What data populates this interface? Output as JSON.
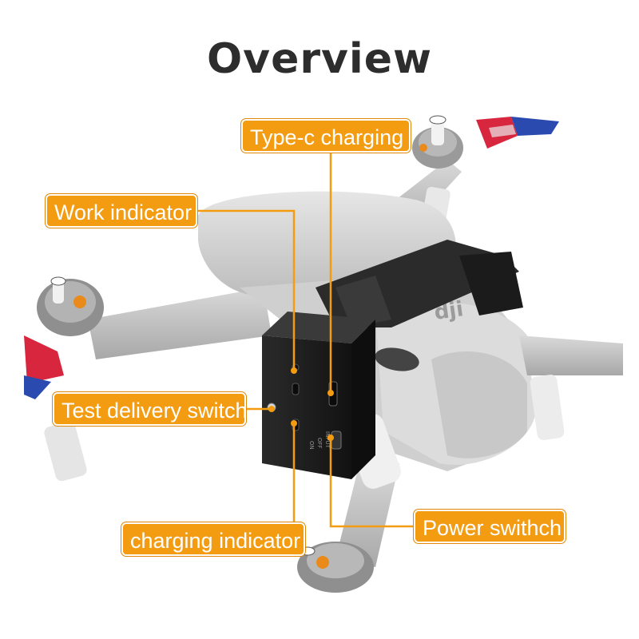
{
  "title": "Overview",
  "callouts": {
    "type_c": "Type-c charging",
    "work": "Work indicator",
    "test": "Test delivery switch",
    "power": "Power swithch",
    "charge": "charging indicator"
  },
  "device_labels": {
    "on": "ON",
    "off": "OFF",
    "input": "INPUT"
  },
  "colors": {
    "callout": "#f39c12",
    "title": "#2d2d2d",
    "drone_body": "#d4d4d4",
    "device": "#1e1e1e"
  }
}
